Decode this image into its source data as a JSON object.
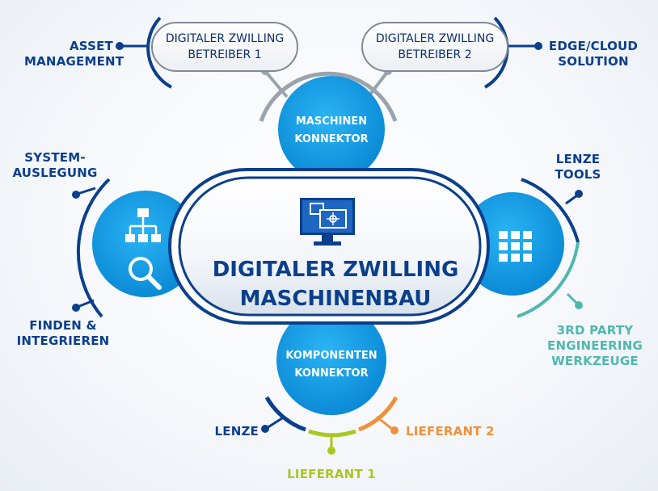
{
  "center": {
    "line1": "DIGITALER ZWILLING",
    "line2": "MASCHINENBAU",
    "icon": "monitor-icon"
  },
  "top_pills": {
    "left": {
      "line1": "DIGITALER ZWILLING",
      "line2": "BETREIBER 1"
    },
    "right": {
      "line1": "DIGITALER ZWILLING",
      "line2": "BETREIBER 2"
    }
  },
  "circles": {
    "top": {
      "line1": "MASCHINEN",
      "line2": "KONNEKTOR"
    },
    "bottom": {
      "line1": "KOMPONENTEN",
      "line2": "KONNEKTOR"
    },
    "left": {
      "icons": [
        "network-hierarchy-icon",
        "magnifier-icon"
      ]
    },
    "right": {
      "icons": [
        "grid-apps-icon"
      ]
    }
  },
  "labels": {
    "asset_management": {
      "line1": "ASSET",
      "line2": "MANAGEMENT"
    },
    "edge_cloud": {
      "line1": "EDGE/CLOUD",
      "line2": "SOLUTION"
    },
    "system_auslegung": {
      "line1": "SYSTEM-",
      "line2": "AUSLEGUNG"
    },
    "finden": {
      "line1": "FINDEN &",
      "line2": "INTEGRIEREN"
    },
    "lenze_tools": {
      "line1": "LENZE",
      "line2": "TOOLS"
    },
    "third_party": {
      "line1": "3RD PARTY",
      "line2": "ENGINEERING",
      "line3": "WERKZEUGE"
    },
    "lenze": "LENZE",
    "lieferant1": "LIEFERANT 1",
    "lieferant2": "LIEFERANT 2"
  },
  "colors": {
    "dark_blue": "#0a3f8c",
    "circle_blue": "#1aa0e8",
    "teal": "#4db8b0",
    "lime": "#a8c81e",
    "orange": "#f0913a",
    "gray": "#9aa3ad"
  }
}
